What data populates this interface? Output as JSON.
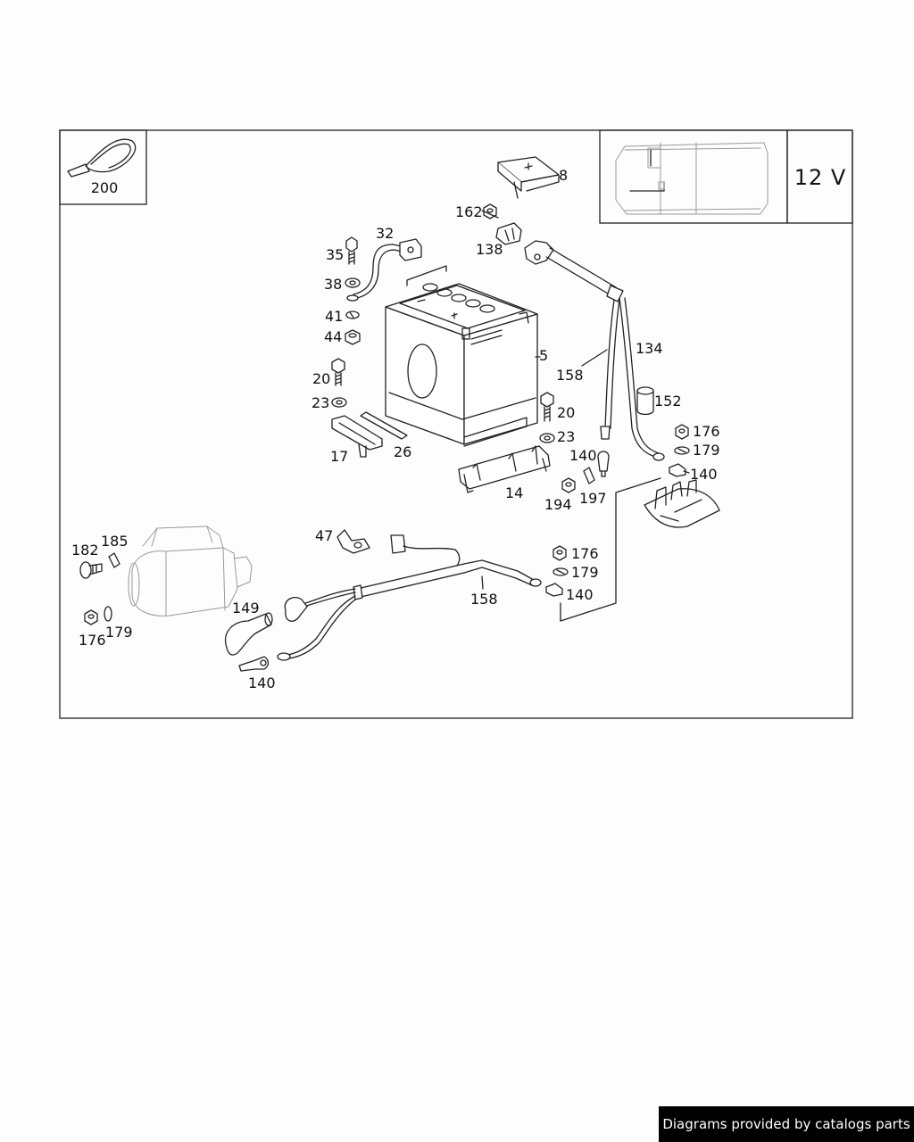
{
  "header": {
    "cable_tie_part_number": "200",
    "voltage": "12 V"
  },
  "callouts": {
    "c8": "8",
    "c162": "162",
    "c138": "138",
    "c32": "32",
    "c35": "35",
    "c38": "38",
    "c41": "41",
    "c44": "44",
    "c20a": "20",
    "c23a": "23",
    "c17": "17",
    "c26": "26",
    "c5": "5",
    "c134": "134",
    "c158a": "158",
    "c152": "152",
    "c20b": "20",
    "c23b": "23",
    "c14": "14",
    "c140a": "140",
    "c197": "197",
    "c194": "194",
    "c176a": "176",
    "c179a": "179",
    "c140b": "140",
    "c47": "47",
    "c182": "182",
    "c185": "185",
    "c176b": "176",
    "c179b": "179",
    "c149": "149",
    "c140c": "140",
    "c158b": "158",
    "c176c": "176",
    "c179c": "179",
    "c140d": "140"
  },
  "footer": {
    "credit": "Diagrams provided by catalogs parts"
  }
}
